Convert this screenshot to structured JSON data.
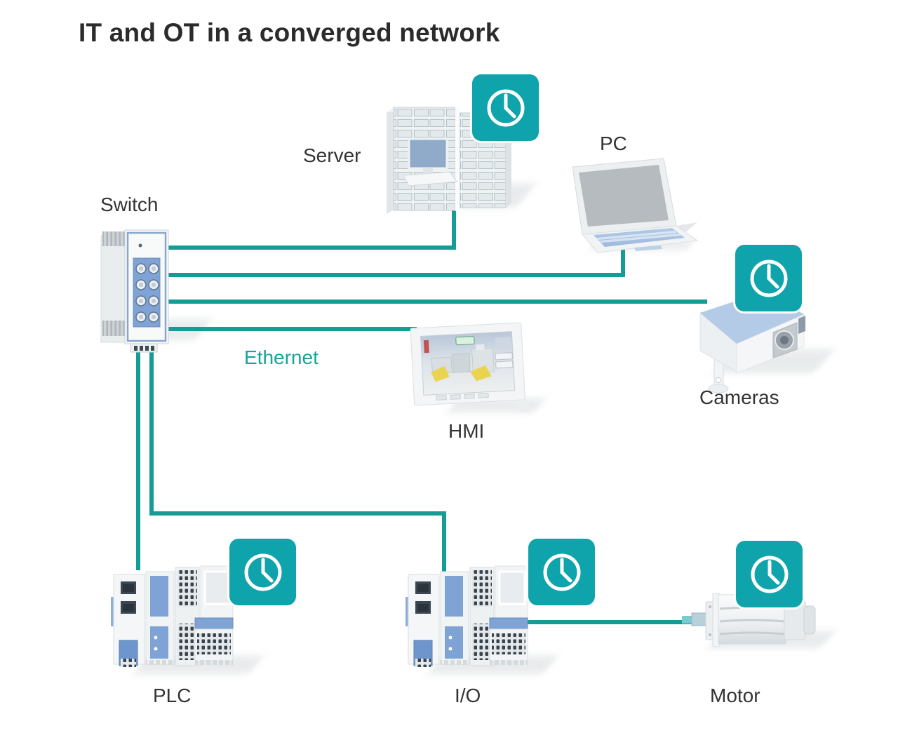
{
  "title": "IT and OT in a converged network",
  "network_label": "Ethernet",
  "nodes": {
    "server": {
      "label": "Server",
      "clock": true
    },
    "pc": {
      "label": "PC",
      "clock": false
    },
    "switch": {
      "label": "Switch",
      "clock": false
    },
    "hmi": {
      "label": "HMI",
      "clock": false
    },
    "cameras": {
      "label": "Cameras",
      "clock": true
    },
    "plc": {
      "label": "PLC",
      "clock": true
    },
    "io": {
      "label": "I/O",
      "clock": true
    },
    "motor": {
      "label": "Motor",
      "clock": true
    }
  },
  "edges": [
    {
      "from": "switch",
      "to": "server",
      "type": "ethernet"
    },
    {
      "from": "switch",
      "to": "pc",
      "type": "ethernet"
    },
    {
      "from": "switch",
      "to": "cameras",
      "type": "ethernet"
    },
    {
      "from": "switch",
      "to": "hmi",
      "type": "ethernet"
    },
    {
      "from": "switch",
      "to": "plc",
      "type": "ethernet"
    },
    {
      "from": "switch",
      "to": "io",
      "type": "ethernet"
    },
    {
      "from": "io",
      "to": "motor",
      "type": "ethernet"
    }
  ],
  "icons": {
    "clock": "clock-icon"
  },
  "colors": {
    "line_teal": "#159c95",
    "tile_teal": "#0fa3ab",
    "ethernet_text": "#1aa29b",
    "label_text": "#333333",
    "title_text": "#2b2b2b",
    "device_blue": "#7fa3d4",
    "device_body": "#f3f5f6"
  }
}
